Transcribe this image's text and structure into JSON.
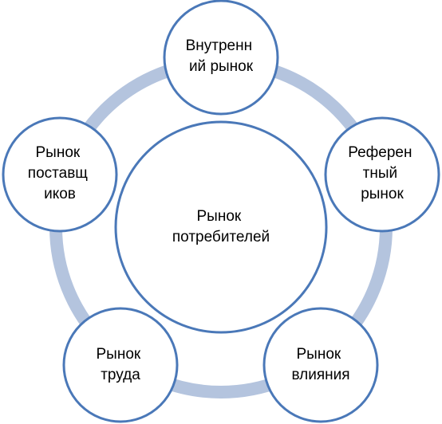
{
  "diagram": {
    "center": {
      "lines": [
        "Рынок",
        "потребителей"
      ]
    },
    "nodes": [
      {
        "lines": [
          "Внутренн",
          "ий рынок"
        ]
      },
      {
        "lines": [
          "Референ",
          "тный",
          "рынок"
        ]
      },
      {
        "lines": [
          "Рынок",
          "влияния"
        ]
      },
      {
        "lines": [
          "Рынок",
          "труда"
        ]
      },
      {
        "lines": [
          "Рынок",
          "поставщ",
          "иков"
        ]
      }
    ],
    "colors": {
      "ring": "#b4c4de",
      "circle_stroke": "#4a78b8",
      "circle_fill": "#ffffff",
      "text": "#000000"
    }
  }
}
